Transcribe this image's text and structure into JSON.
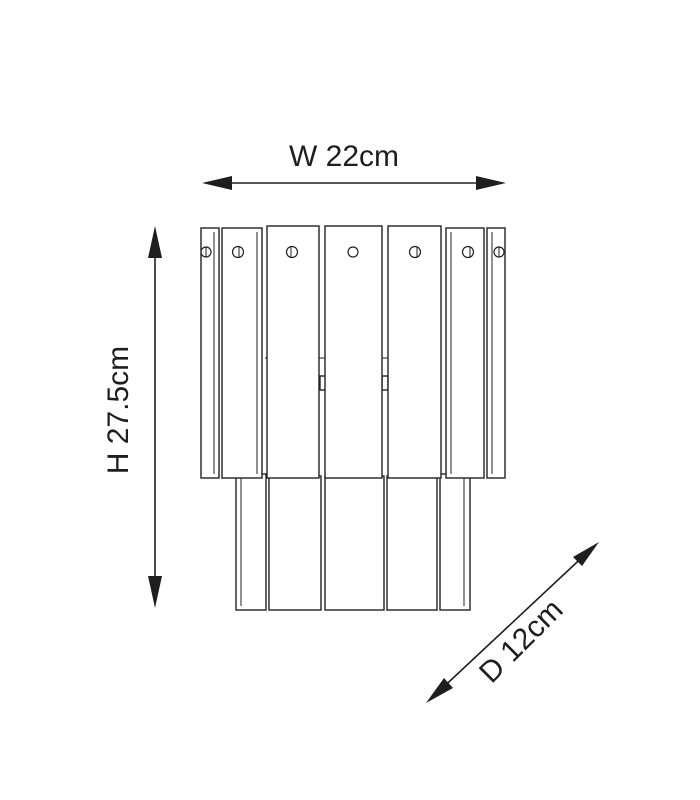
{
  "dimensions": {
    "width_label": "W 22cm",
    "height_label": "H 27.5cm",
    "depth_label": "D 12cm"
  },
  "colors": {
    "line": "#222222",
    "text": "#1e1e1e",
    "background": "#ffffff"
  }
}
